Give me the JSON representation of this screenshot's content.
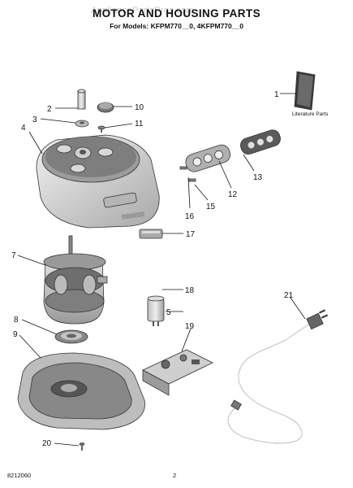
{
  "header": {
    "title": "MOTOR AND HOUSING PARTS",
    "subtitle": "For Models: KFPM770__0, 4KFPM770__0",
    "watermark": "AppliancePartsPros.com"
  },
  "literature_label": "Literature Parts",
  "callouts": [
    "1",
    "2",
    "3",
    "4",
    "5",
    "7",
    "8",
    "9",
    "10",
    "11",
    "12",
    "13",
    "15",
    "16",
    "17",
    "18",
    "19",
    "20",
    "21"
  ],
  "footer": {
    "doc_number": "8212060",
    "page_number": "2"
  }
}
